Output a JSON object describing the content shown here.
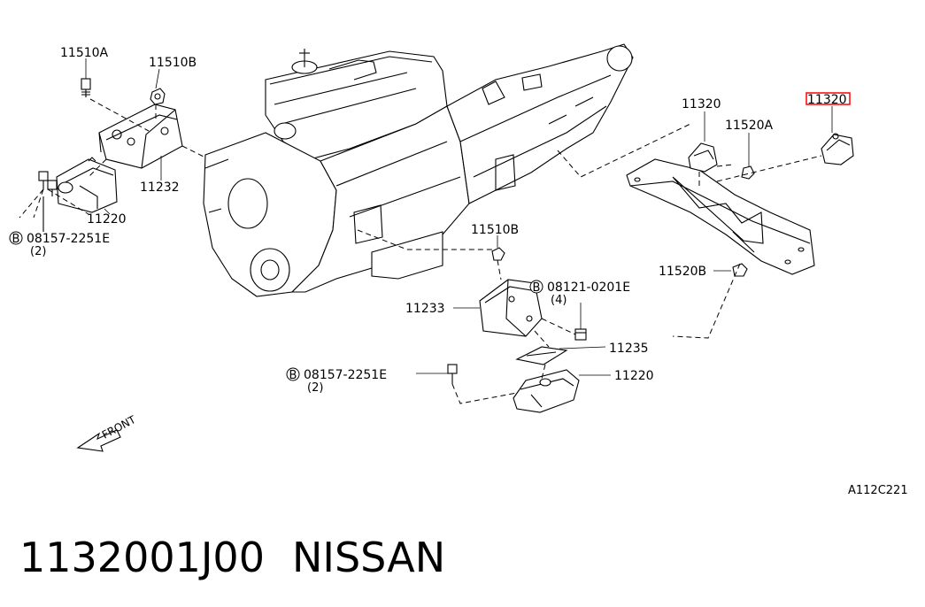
{
  "labels": {
    "l_11510A_top": "11510A",
    "l_11510B_top": "11510B",
    "l_11232": "11232",
    "l_11220_left": "11220",
    "l_08157_left": "08157-2251E",
    "l_qty2_left": "(2)",
    "l_11320_mid": "11320",
    "l_11520A": "11520A",
    "l_11320_highlight": "11320",
    "l_11510B_mid": "11510B",
    "l_11520B": "11520B",
    "l_11233": "11233",
    "l_08121": "08121-0201E",
    "l_qty4": "(4)",
    "l_11235": "11235",
    "l_08157_bottom": "08157-2251E",
    "l_qty2_bottom": "(2)",
    "l_11220_bottom": "11220"
  },
  "bolt_marker": "B",
  "front_label": "FRONT",
  "diagram_code": "A112C221",
  "caption": {
    "part_number": "1132001J00",
    "brand": "NISSAN"
  },
  "highlight_color": "#ff0000"
}
